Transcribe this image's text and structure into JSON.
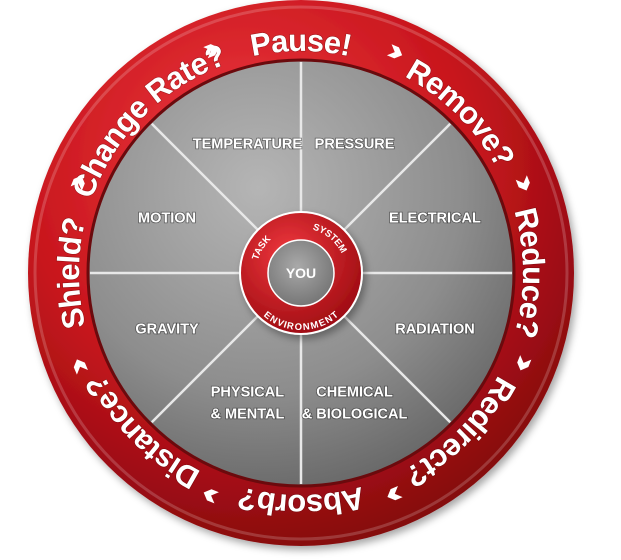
{
  "diagram": {
    "outer_ring": {
      "actions": [
        "Pause!",
        "Remove?",
        "Reduce?",
        "Redirect?",
        "Absorb?",
        "Distance?",
        "Shield?",
        "Change Rate?"
      ],
      "arrow_glyph": "chevron-arrow-icon",
      "color": "#c8161d"
    },
    "sectors": [
      {
        "lines": [
          "PRESSURE"
        ]
      },
      {
        "lines": [
          "ELECTRICAL"
        ]
      },
      {
        "lines": [
          "RADIATION"
        ]
      },
      {
        "lines": [
          "CHEMICAL",
          "& BIOLOGICAL"
        ]
      },
      {
        "lines": [
          "PHYSICAL",
          "& MENTAL"
        ]
      },
      {
        "lines": [
          "GRAVITY"
        ]
      },
      {
        "lines": [
          "MOTION"
        ]
      },
      {
        "lines": [
          "TEMPERATURE"
        ]
      }
    ],
    "sector_color": "#8a8a8a",
    "hub": {
      "center": "YOU",
      "ring_words": {
        "task": "TASK",
        "system": "SYSTEM",
        "environment": "ENVIRONMENT"
      }
    }
  }
}
